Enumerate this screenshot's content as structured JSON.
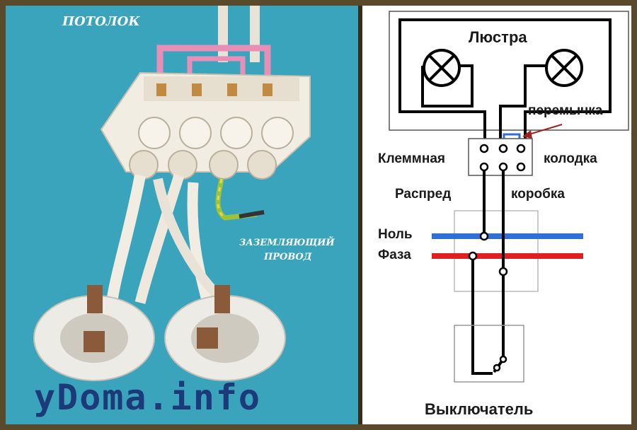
{
  "photo": {
    "ceiling_label": "ПОТОЛОК",
    "ground_wire_label_line1": "ЗАЗЕМЛЯЮЩИЙ",
    "ground_wire_label_line2": "ПРОВОД",
    "watermark": "yDoma.info"
  },
  "scheme": {
    "chandelier": "Люстра",
    "jumper": "перемычка",
    "terminal_block_left": "Клеммная",
    "terminal_block_right": "колодка",
    "junction_box_left": "Распред",
    "junction_box_right": "коробка",
    "neutral": "Ноль",
    "phase": "Фаза",
    "switch": "Выключатель"
  },
  "colors": {
    "neutral_line": "#2f6fd6",
    "phase_line": "#e02020",
    "jumper_arrow": "#a02020",
    "photo_background": "#3aa4bd"
  }
}
